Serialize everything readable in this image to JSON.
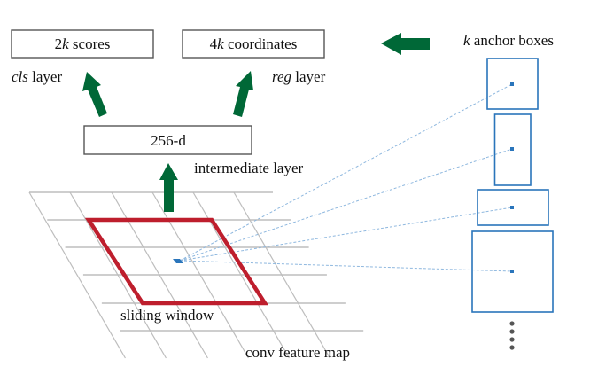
{
  "title": "Region Proposal Network",
  "colors": {
    "arrow": "#006837",
    "window": "#be1e2d",
    "anchor": "#2a75bb",
    "grid": "#bdbdbd",
    "box_border": "#555555",
    "text": "#111111"
  },
  "boxes": {
    "cls_output": {
      "prefix": "2",
      "var": "k",
      "suffix": " scores"
    },
    "reg_output": {
      "prefix": "4",
      "var": "k",
      "suffix": " coordinates"
    },
    "intermediate": {
      "text": "256-d"
    }
  },
  "labels": {
    "cls_layer": {
      "italic": "cls",
      "rest": " layer"
    },
    "reg_layer": {
      "italic": "reg",
      "rest": " layer"
    },
    "intermediate_layer": "intermediate layer",
    "anchor_boxes": {
      "italic": "k",
      "rest": " anchor boxes"
    },
    "sliding_window": "sliding window",
    "conv_feature_map": "conv feature map"
  },
  "anchors": {
    "count_shown": 4,
    "shapes": [
      "square-small",
      "tall",
      "wide",
      "square-large"
    ],
    "more_indicator": "vertical-ellipsis"
  },
  "feature_map": {
    "rows": 6,
    "cols": 6
  }
}
